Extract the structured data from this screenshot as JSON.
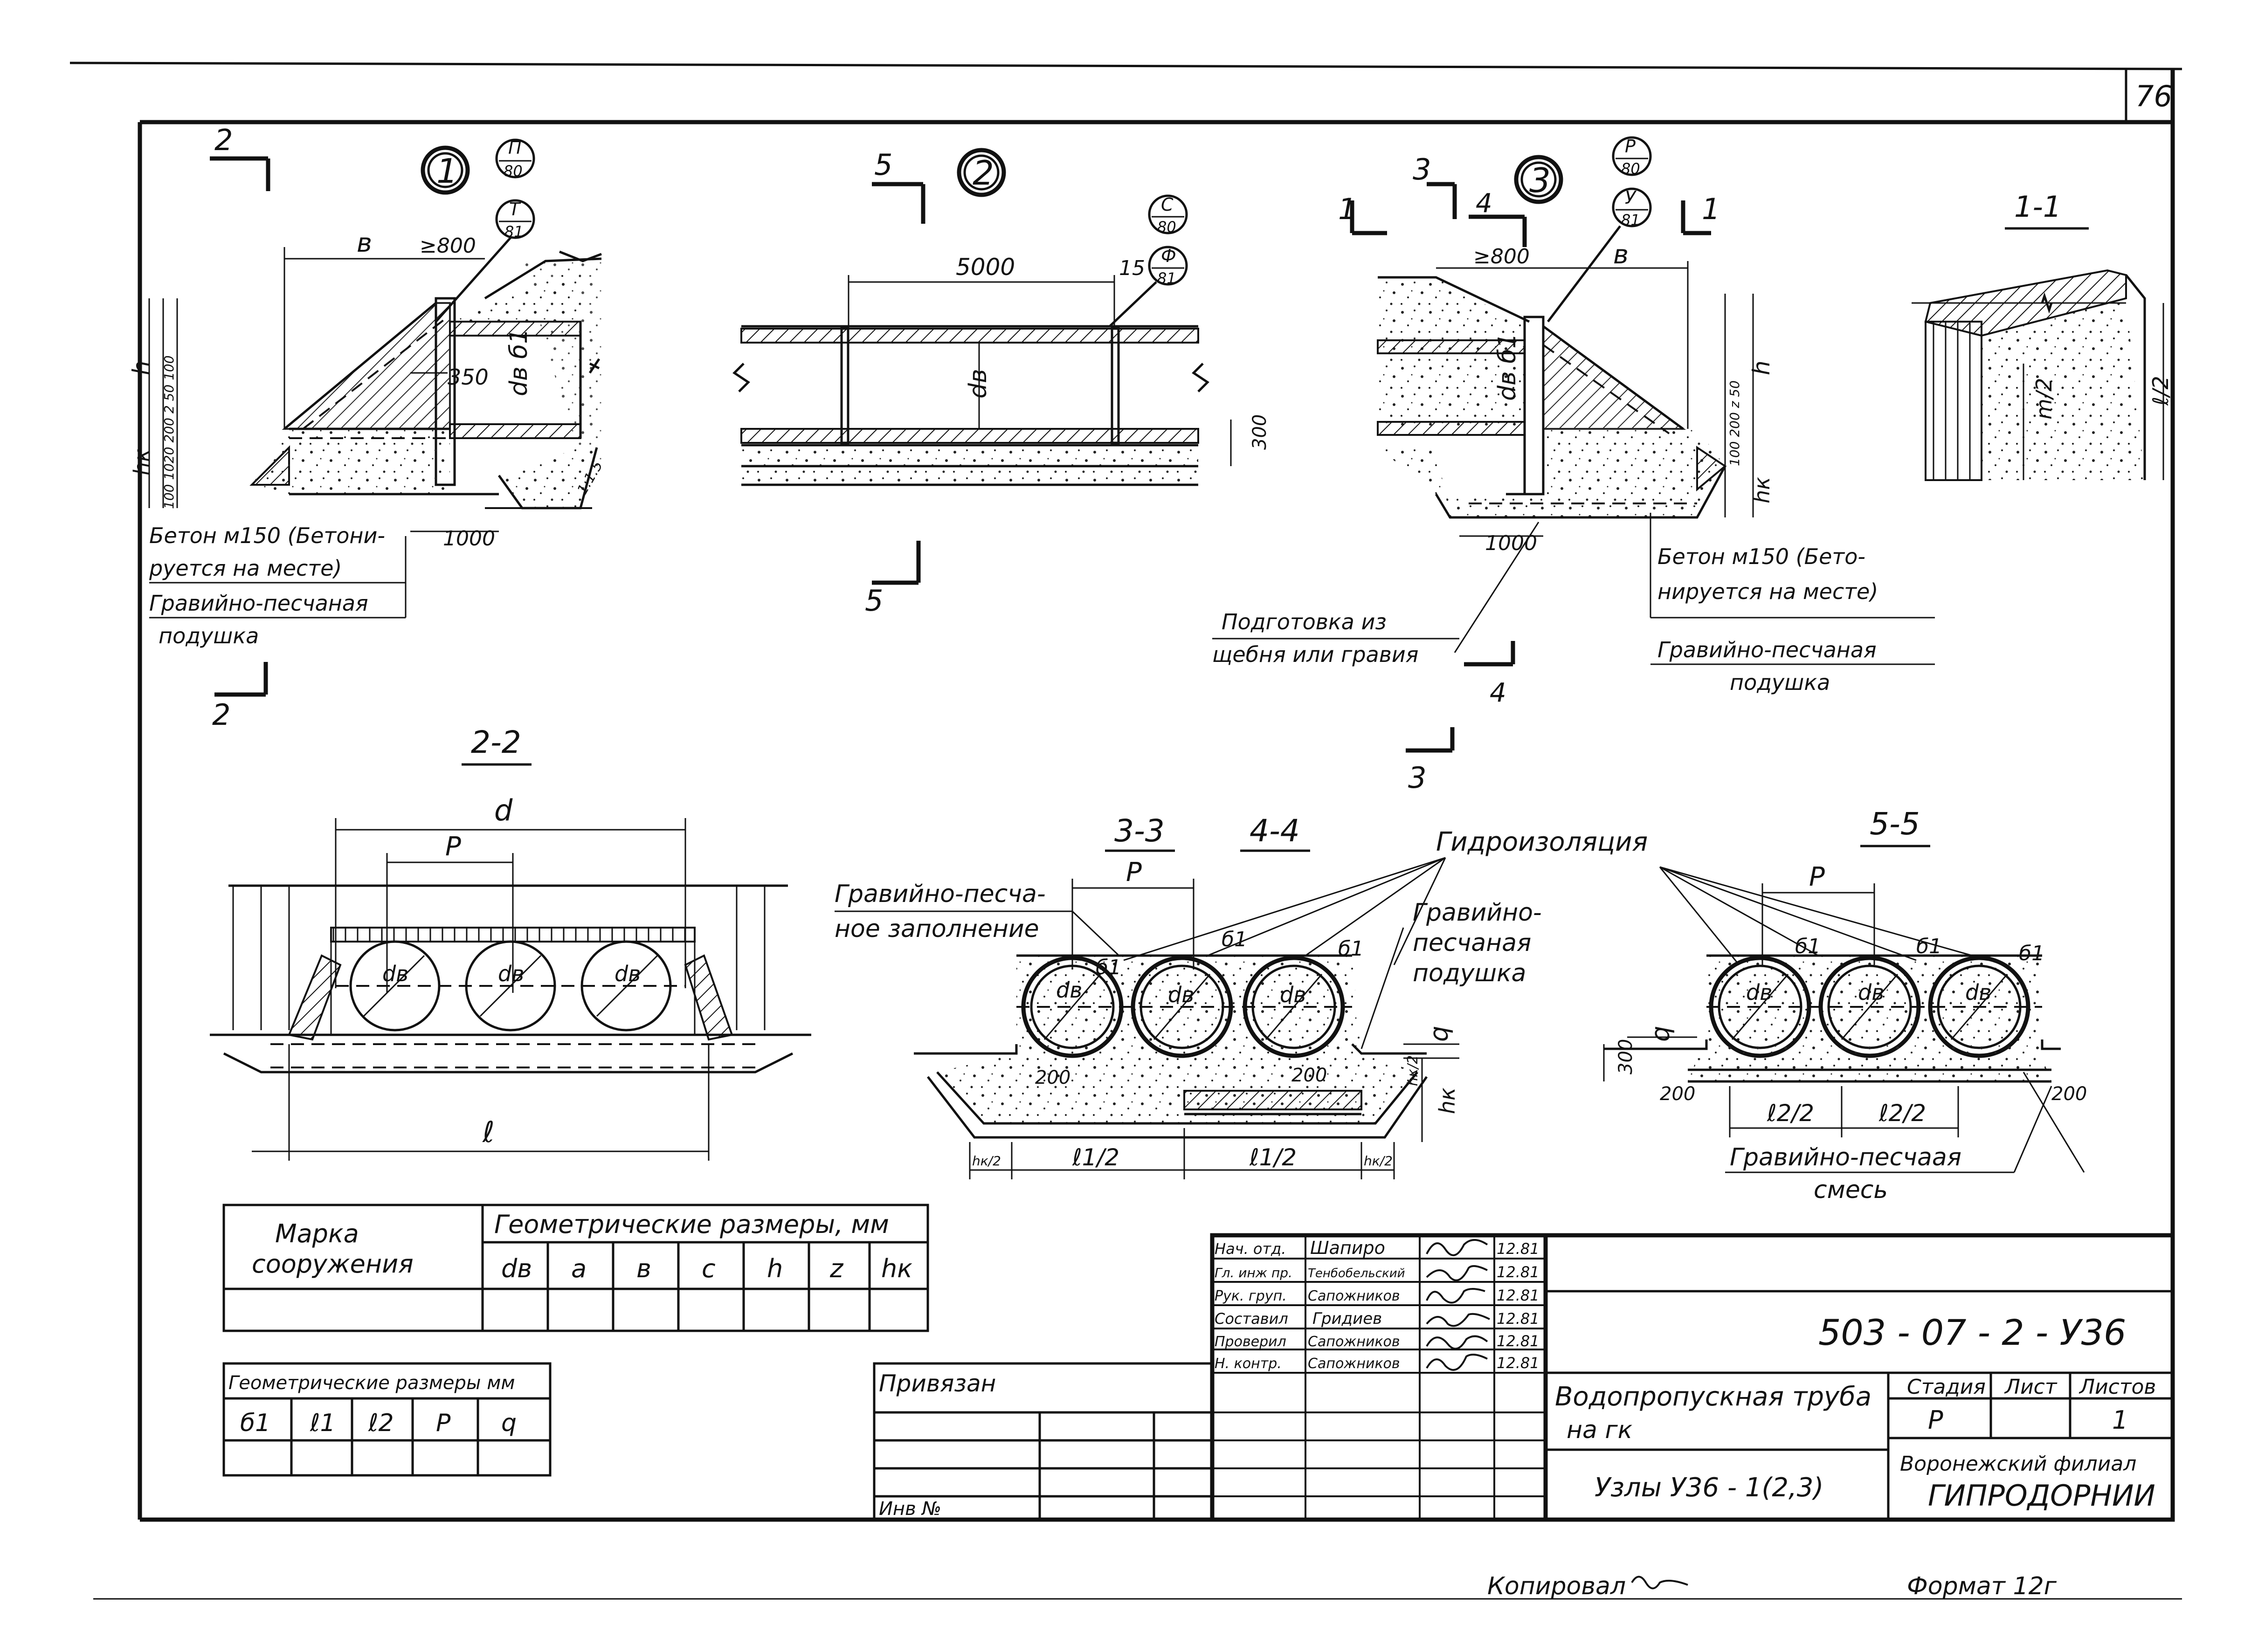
{
  "sheet": {
    "page_number": "76",
    "copied_label": "Копировал",
    "format_label": "Формат 12г"
  },
  "callouts": {
    "node1": "1",
    "node2": "2",
    "node3": "3",
    "ref_p": "П",
    "ref_t": "Т",
    "ref_s": "С",
    "ref_f": "Ф",
    "ref_r": "Р",
    "ref_u": "У",
    "sheet80": "80",
    "sheet81": "81"
  },
  "sections": {
    "s1": "1-1",
    "s22": "2-2",
    "s33": "3-3",
    "s44": "4-4",
    "s55": "5-5",
    "cut1": "1",
    "cut2": "2",
    "cut3": "3",
    "cut4": "4",
    "cut5": "5"
  },
  "dims": {
    "b": "в",
    "ge800": "≥800",
    "d5000": "5000",
    "d15": "15",
    "d350": "350",
    "d1000": "1000",
    "d300": "300",
    "d200": "200",
    "h": "h",
    "hk": "hк",
    "db": "dв",
    "db_b1": "dв б1",
    "b1": "б1",
    "d": "d",
    "l": "ℓ",
    "P": "P",
    "l1_2": "ℓ1/2",
    "l2_2": "ℓ2/2",
    "hk_2": "hк/2",
    "q": "q",
    "m2": "m/2",
    "l_2": "ℓ/2",
    "left_side_dims": "100 1020 200 2 50 100",
    "right_side_dims": "100 200 z 50",
    "ratio": "1:1.5"
  },
  "notes": {
    "concrete_left": "Бетон м150 (Бетонируется на месте)",
    "concrete_left_l1": "Бетон м150 (Бетони-",
    "concrete_left_l2": "руется на месте)",
    "cushion_left_l1": "Гравийно-песчаная",
    "cushion_left_l2": "подушка",
    "prep_l1": "Подготовка из",
    "prep_l2": "щебня или гравия",
    "concrete_right_l1": "Бетон м150 (Бето-",
    "concrete_right_l2": "нируется на месте)",
    "cushion_right_l1": "Гравийно-песчаная",
    "cushion_right_l2": "подушка",
    "waterproof": "Гидроизоляция",
    "fill_l1": "Гравийно-песча-",
    "fill_l2": "ное заполнение",
    "cushion_mid_l1": "Гравийно-",
    "cushion_mid_l2": "песчаная",
    "cushion_mid_l3": "подушка",
    "mix_l1": "Гравийно-песчаая",
    "mix_l2": "смесь"
  },
  "table_main": {
    "col_mark_l1": "Марка",
    "col_mark_l2": "сооружения",
    "col_geom": "Геометрические размеры, мм",
    "subheaders": [
      "dв",
      "a",
      "в",
      "с",
      "h",
      "z",
      "hк"
    ]
  },
  "table_small": {
    "header": "Геометрические размеры мм",
    "subheaders": [
      "б1",
      "ℓ1",
      "ℓ2",
      "P",
      "q"
    ]
  },
  "title_block": {
    "bound_label": "Привязан",
    "inv_label": "Инв №",
    "code": "503 - 07 - 2 - У36",
    "roles": [
      "Нач. отд.",
      "Гл. инж пр.",
      "Рук. груп.",
      "Составил",
      "Проверил",
      "Н. контр."
    ],
    "names": [
      "Шапиро",
      "Тенбобельский",
      "Сапожников",
      "Гридиев",
      "Сапожников",
      "Сапожников"
    ],
    "dates": [
      "12.81",
      "12.81",
      "12.81",
      "12.81",
      "12.81",
      "12.81"
    ],
    "title_l1": "Водопропускная труба",
    "title_l2": "на гк",
    "subtitle": "Узлы У36 - 1(2,3)",
    "stage_label": "Стадия",
    "sheet_label": "Лист",
    "sheets_label": "Листов",
    "stage_value": "Р",
    "sheets_value": "1",
    "org_l1": "Воронежский филиал",
    "org_l2": "ГИПРОДОРНИИ"
  }
}
